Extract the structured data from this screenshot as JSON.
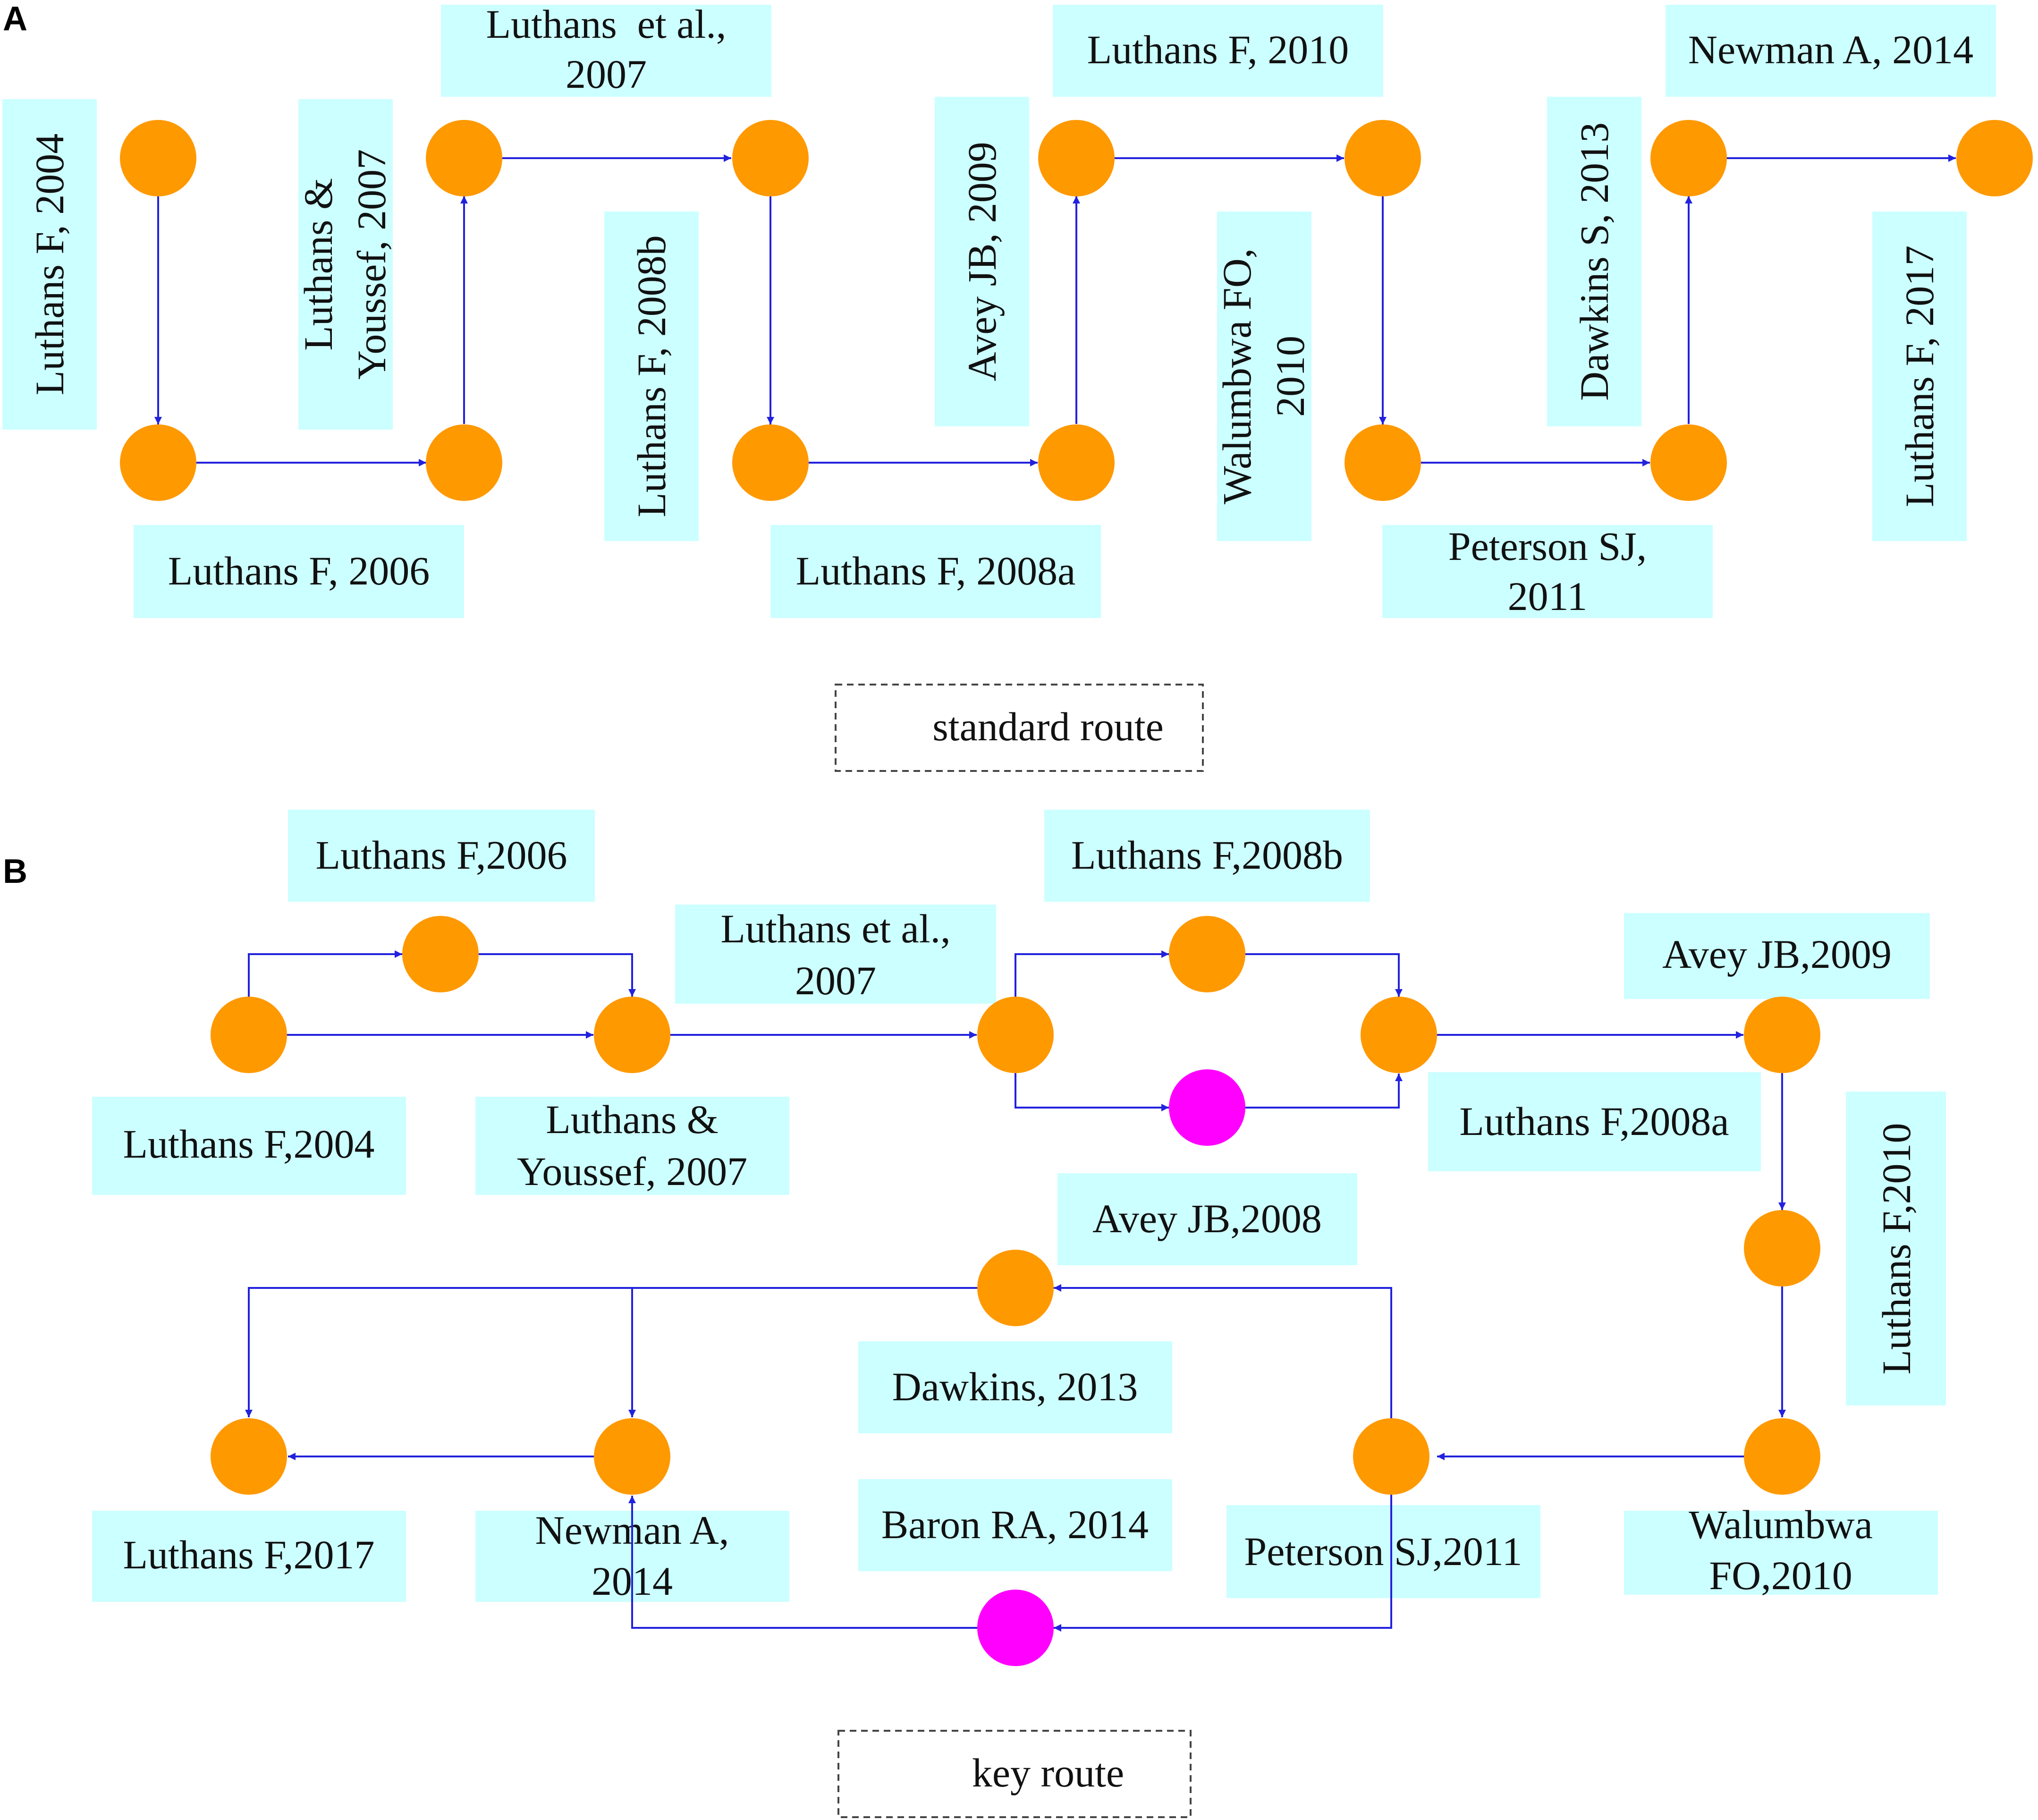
{
  "colors": {
    "node": "#ff9900",
    "key_node": "#ff00ff",
    "edge": "#2222dd",
    "label_bg": "#ccffff"
  },
  "panel_a": {
    "letter": "A",
    "legend": "standard route",
    "labels": [
      [
        "Luthans F, 2004"
      ],
      [
        "Luthans F, 2006"
      ],
      [
        "Luthans &",
        "Youssef, 2007"
      ],
      [
        "Luthans  et al.,",
        "2007"
      ],
      [
        "Luthans F, 2008b"
      ],
      [
        "Luthans F, 2008a"
      ],
      [
        "Avey JB, 2009"
      ],
      [
        "Luthans F, 2010"
      ],
      [
        "Walumbwa FO,",
        "2010"
      ],
      [
        "Peterson SJ,",
        "2011"
      ],
      [
        "Dawkins S, 2013"
      ],
      [
        "Newman A, 2014"
      ],
      [
        "Luthans F, 2017"
      ]
    ]
  },
  "panel_b": {
    "letter": "B",
    "legend": "key route",
    "labels": [
      [
        "Luthans F,2006"
      ],
      [
        "Luthans F,2004"
      ],
      [
        "Luthans &",
        "Youssef, 2007"
      ],
      [
        "Luthans et al.,",
        "2007"
      ],
      [
        "Luthans F,2008b"
      ],
      [
        "Luthans F,2008a"
      ],
      [
        "Avey JB,2009"
      ],
      [
        "Luthans F,2010"
      ],
      [
        "Avey JB,2008"
      ],
      [
        "Dawkins, 2013"
      ],
      [
        "Baron RA, 2014"
      ],
      [
        "Peterson SJ,2011"
      ],
      [
        "Walumbwa",
        "FO,2010"
      ],
      [
        "Newman A,",
        "2014"
      ],
      [
        "Luthans F,2017"
      ]
    ]
  }
}
